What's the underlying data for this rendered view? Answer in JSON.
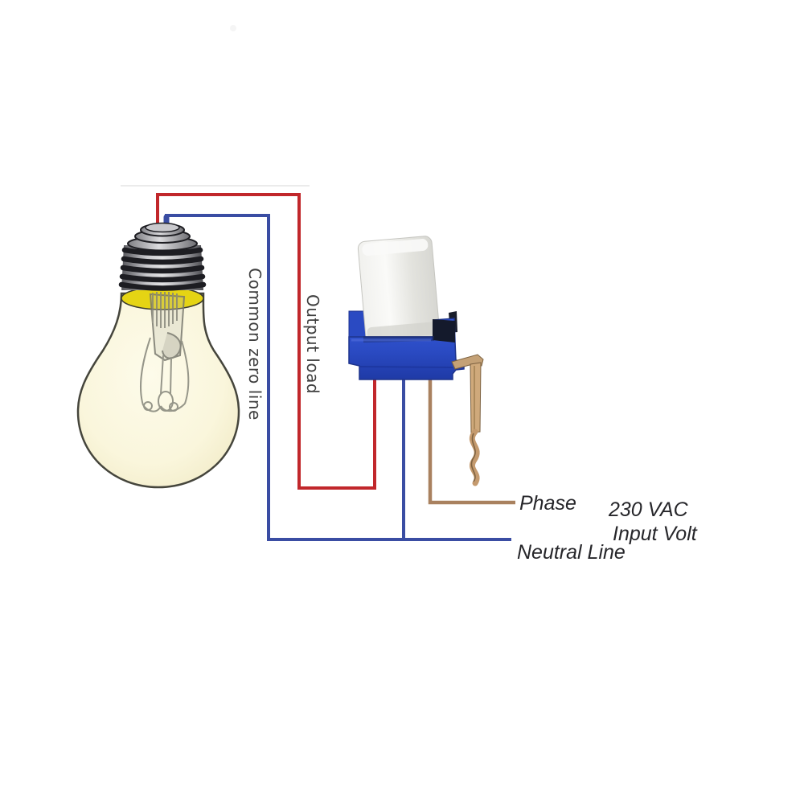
{
  "labels": {
    "common_zero_line": "Common zero line",
    "output_load": "Output load",
    "phase": "Phase",
    "neutral_line": "Neutral Line",
    "input_voltage_line1": "230 VAC",
    "input_voltage_line2": "Input Volt"
  },
  "colors": {
    "output_load_wire": "#c1272b",
    "neutral_wire": "#3a4da3",
    "phase_wire": "#a9815f",
    "sensor_base_blue": "#2a4ac2",
    "bulb_socket_glow": "#e5d414",
    "metal_bracket": "#cfa97b",
    "label_text": "#26262a"
  }
}
